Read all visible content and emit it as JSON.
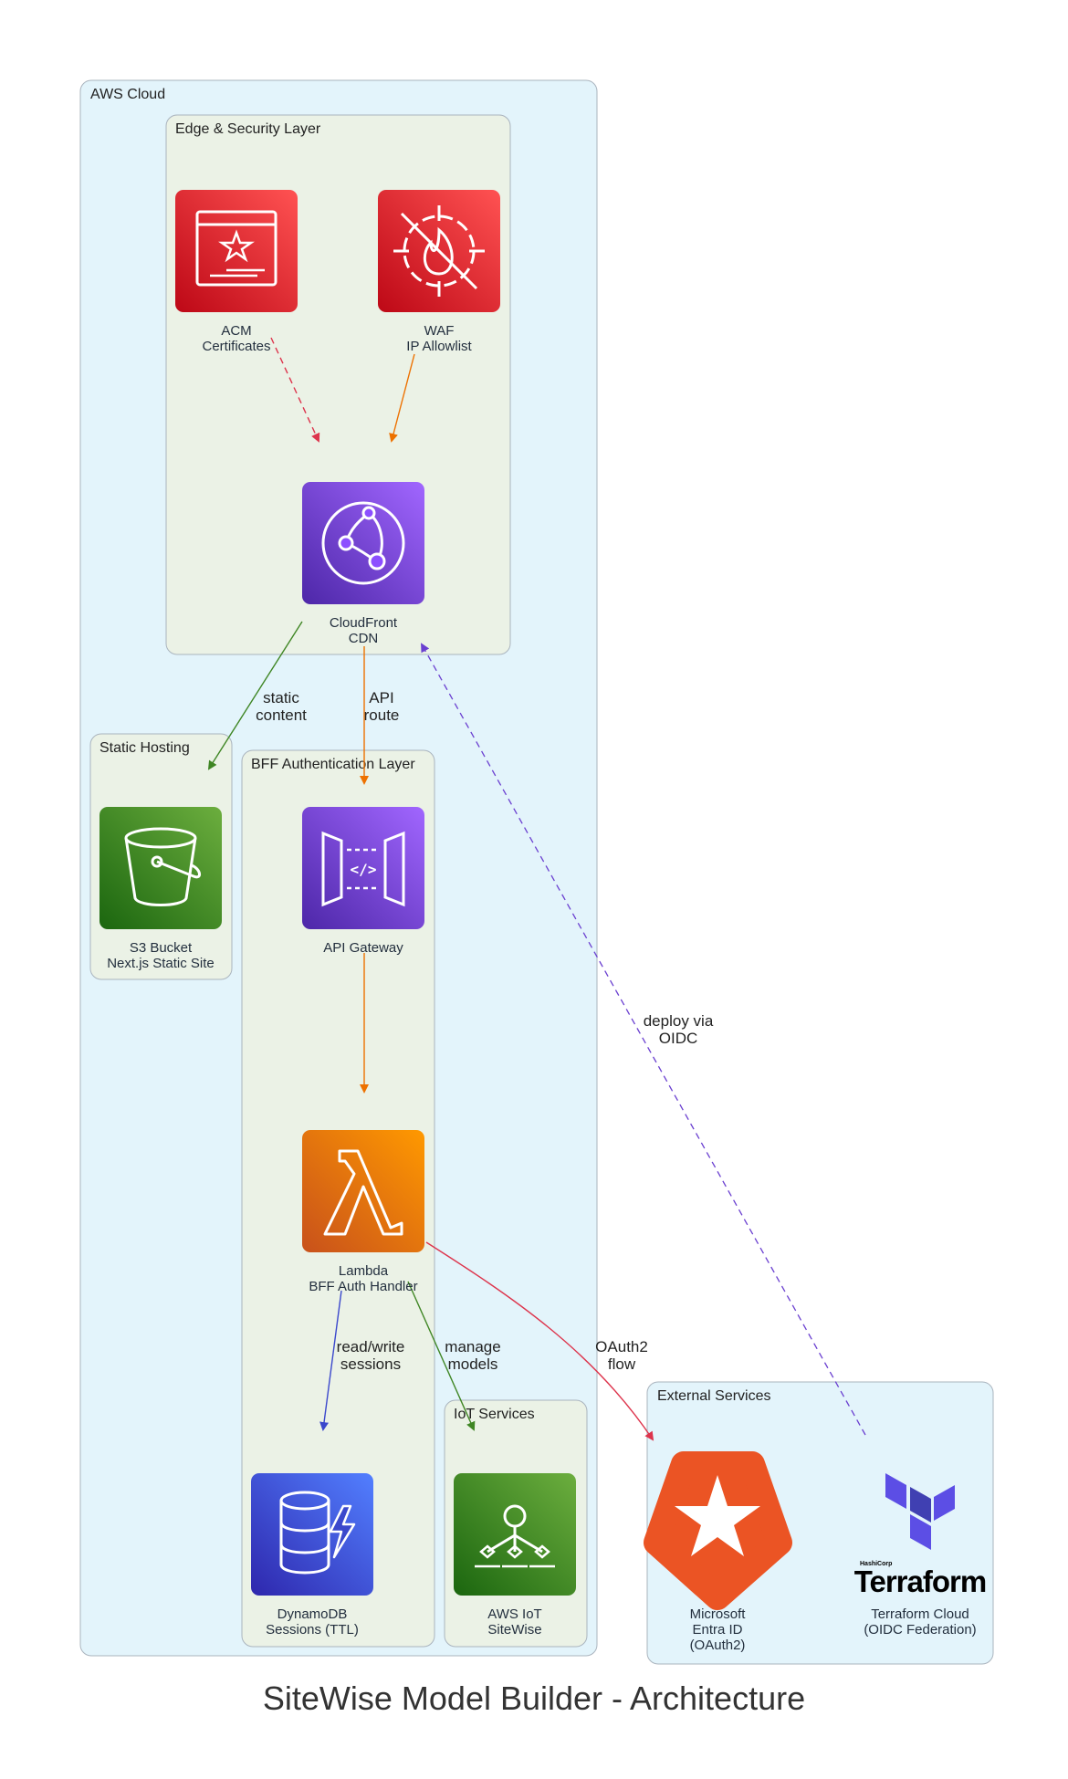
{
  "title": "SiteWise Model Builder - Architecture",
  "colors": {
    "cluster_outer": "#e3f4fb",
    "cluster_inner": "#ebf2e6",
    "cluster_border": "#aab4be",
    "security_red": "#dd344c",
    "network_purple": "#8c4fff",
    "storage_green": "#3f8624",
    "compute_orange": "#ed7100",
    "database_blue": "#3b48cc",
    "auth0_orange": "#eb5424",
    "terraform_purple": "#5c4ee5"
  },
  "clusters": {
    "aws_cloud": "AWS Cloud",
    "edge_security": "Edge & Security Layer",
    "static_hosting": "Static Hosting",
    "bff_auth": "BFF Authentication Layer",
    "iot_services": "IoT Services",
    "external_services": "External Services"
  },
  "nodes": {
    "acm": {
      "line1": "ACM",
      "line2": "Certificates",
      "icon": "certificate-manager-icon"
    },
    "waf": {
      "line1": "WAF",
      "line2": "IP Allowlist",
      "icon": "waf-icon"
    },
    "cloudfront": {
      "line1": "CloudFront",
      "line2": "CDN",
      "icon": "cloudfront-icon"
    },
    "s3": {
      "line1": "S3 Bucket",
      "line2": "Next.js Static Site",
      "icon": "s3-bucket-icon"
    },
    "apigw": {
      "line1": "API Gateway",
      "icon": "api-gateway-icon"
    },
    "lambda": {
      "line1": "Lambda",
      "line2": "BFF Auth Handler",
      "icon": "lambda-icon"
    },
    "dynamodb": {
      "line1": "DynamoDB",
      "line2": "Sessions (TTL)",
      "icon": "dynamodb-icon"
    },
    "sitewise": {
      "line1": "AWS IoT",
      "line2": "SiteWise",
      "icon": "iot-sitewise-icon"
    },
    "entra": {
      "line1": "Microsoft",
      "line2": "Entra ID",
      "line3": "(OAuth2)",
      "icon": "auth0-icon"
    },
    "terraform": {
      "line1": "Terraform Cloud",
      "line2": "(OIDC Federation)",
      "logo_small": "HashiCorp",
      "logo_big": "Terraform",
      "icon": "terraform-icon"
    }
  },
  "edges": {
    "static": {
      "line1": "static",
      "line2": "content"
    },
    "api": {
      "line1": "API",
      "line2": "route"
    },
    "readwrite": {
      "line1": "read/write",
      "line2": "sessions"
    },
    "manage": {
      "line1": "manage",
      "line2": "models"
    },
    "oauth": {
      "line1": "OAuth2",
      "line2": "flow"
    },
    "deploy": {
      "line1": "deploy via",
      "line2": "OIDC"
    }
  }
}
